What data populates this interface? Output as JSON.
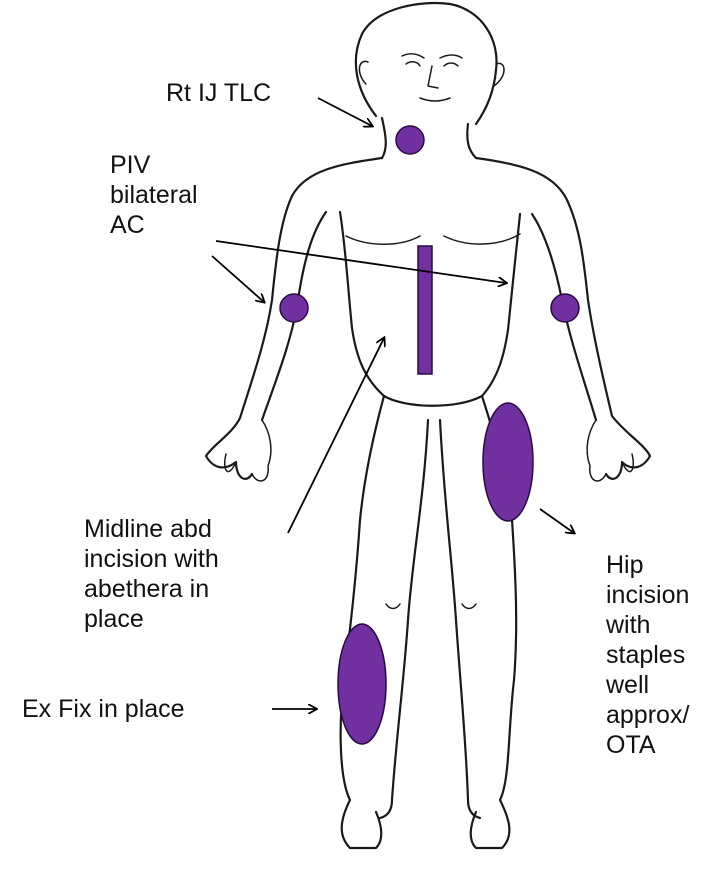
{
  "colors": {
    "marker_fill": "#7030a0",
    "marker_stroke": "#2a0a44",
    "outline": "#1a1a1a"
  },
  "labels": {
    "rt_ij_tlc": "Rt IJ TLC",
    "piv": "PIV\nbilateral\nAC",
    "midline": "Midline abd\nincision with\nabethera in\nplace",
    "ex_fix": "Ex Fix in place",
    "hip": "Hip\nincision\nwith\nstaples\nwell\napprox/\nOTA"
  },
  "markers": [
    {
      "name": "neck-line-site",
      "shape": "circle",
      "represents": "Rt IJ TLC"
    },
    {
      "name": "right-arm-iv-site",
      "shape": "circle",
      "represents": "PIV bilateral AC"
    },
    {
      "name": "left-arm-iv-site",
      "shape": "circle",
      "represents": "PIV bilateral AC"
    },
    {
      "name": "midline-incision",
      "shape": "bar",
      "represents": "Midline abd incision with abethera in place"
    },
    {
      "name": "hip-incision",
      "shape": "ellipse",
      "represents": "Hip incision with staples well approx/OTA"
    },
    {
      "name": "ex-fix-site",
      "shape": "ellipse",
      "represents": "Ex Fix in place"
    }
  ]
}
